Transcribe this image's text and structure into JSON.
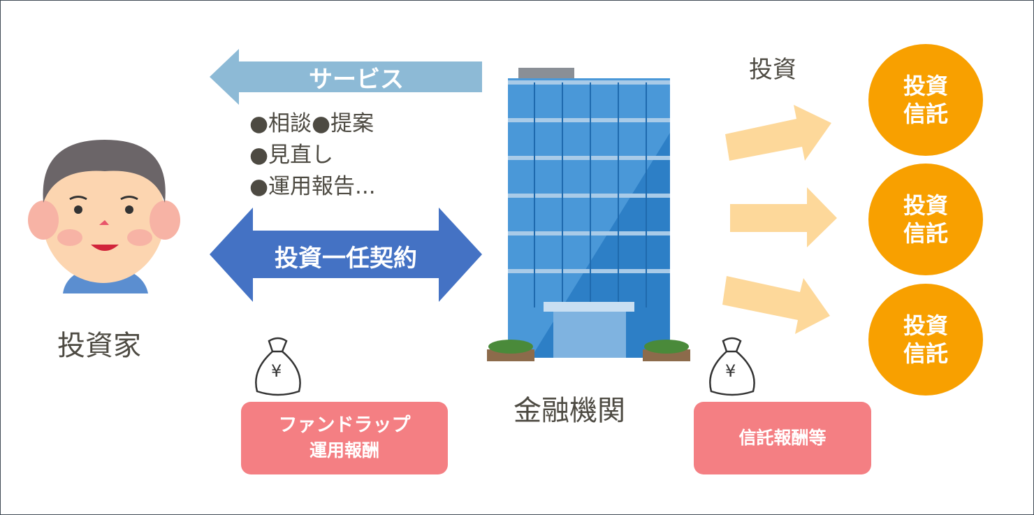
{
  "service_arrow": {
    "label": "サービス",
    "color": "#8dbad6"
  },
  "services": [
    "●相談●提案",
    "●見直し",
    "●運用報告..."
  ],
  "contract_arrow": {
    "label": "投資一任契約",
    "color": "#4472c4"
  },
  "investor": {
    "label": "投資家"
  },
  "institution": {
    "label": "金融機関"
  },
  "investment_label": "投資",
  "funds": [
    {
      "line1": "投資",
      "line2": "信託"
    },
    {
      "line1": "投資",
      "line2": "信託"
    },
    {
      "line1": "投資",
      "line2": "信託"
    }
  ],
  "fee_left": {
    "line1": "ファンドラップ",
    "line2": "運用報酬"
  },
  "fee_right": {
    "label": "信託報酬等"
  },
  "money_bag_symbol": "¥",
  "colors": {
    "fund": "#f8a000",
    "fee": "#f47f83",
    "invest_arrow": "#fdd89a"
  }
}
